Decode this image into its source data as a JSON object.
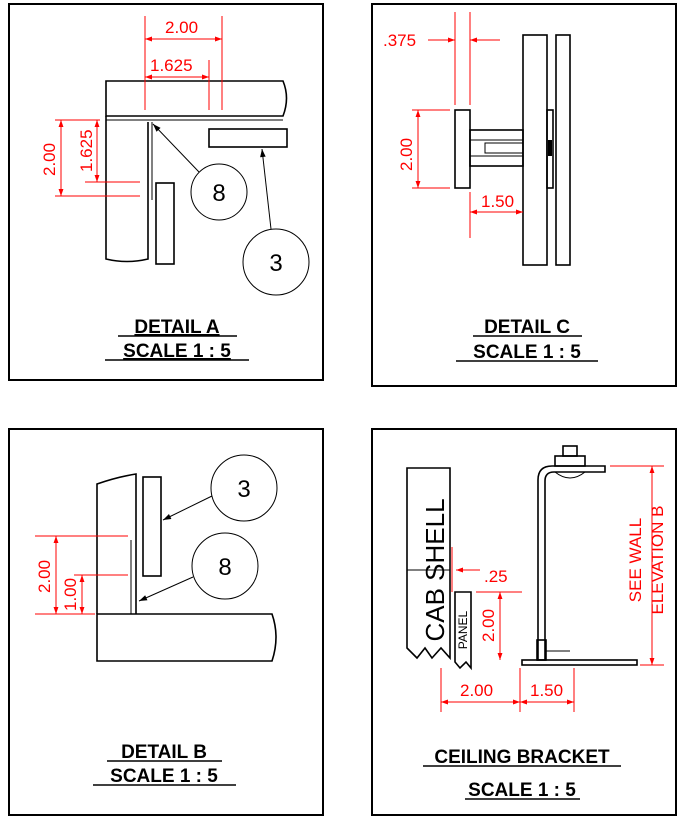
{
  "details": [
    {
      "id": "detail-a",
      "title": "DETAIL A",
      "scale": "SCALE 1 : 5",
      "dims": [
        "2.00",
        "1.625",
        "2.00",
        "1.625"
      ],
      "balloons": [
        "8",
        "3"
      ]
    },
    {
      "id": "detail-c",
      "title": "DETAIL C",
      "scale": "SCALE 1 : 5",
      "dims": [
        ".375",
        "2.00",
        "1.50"
      ]
    },
    {
      "id": "detail-b",
      "title": "DETAIL B",
      "scale": "SCALE 1 : 5",
      "dims": [
        "2.00",
        "1.00"
      ],
      "balloons": [
        "3",
        "8"
      ]
    },
    {
      "id": "ceiling-bracket",
      "title": "CEILING BRACKET",
      "scale": "SCALE 1 : 5",
      "dims": [
        ".25",
        "2.00",
        "2.00",
        "1.50"
      ],
      "labels": [
        "CAB SHELL",
        "PANEL",
        "SEE WALL",
        "ELEVATION B"
      ]
    }
  ],
  "colors": {
    "dimension": "#ff0000",
    "geometry": "#000000"
  }
}
